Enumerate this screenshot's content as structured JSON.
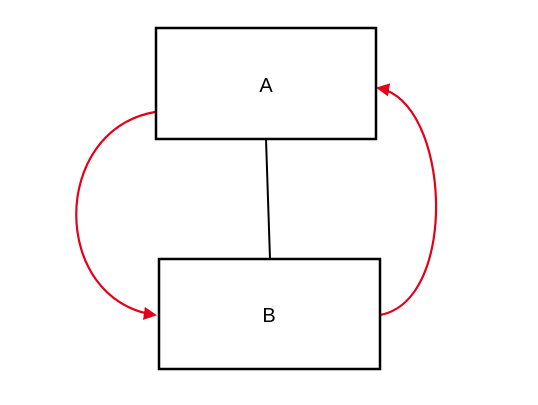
{
  "nodes": [
    {
      "id": "A",
      "label": "A"
    },
    {
      "id": "B",
      "label": "B"
    }
  ],
  "edges": [
    {
      "from": "A",
      "to": "B",
      "style": "line",
      "color": "#000000"
    },
    {
      "from": "A",
      "to": "B",
      "style": "curved-arrow",
      "color": "#e3001b"
    },
    {
      "from": "B",
      "to": "A",
      "style": "curved-arrow",
      "color": "#e3001b"
    }
  ],
  "colors": {
    "node_border": "#000000",
    "node_fill": "#ffffff",
    "connector": "#000000",
    "arrow": "#e3001b"
  }
}
